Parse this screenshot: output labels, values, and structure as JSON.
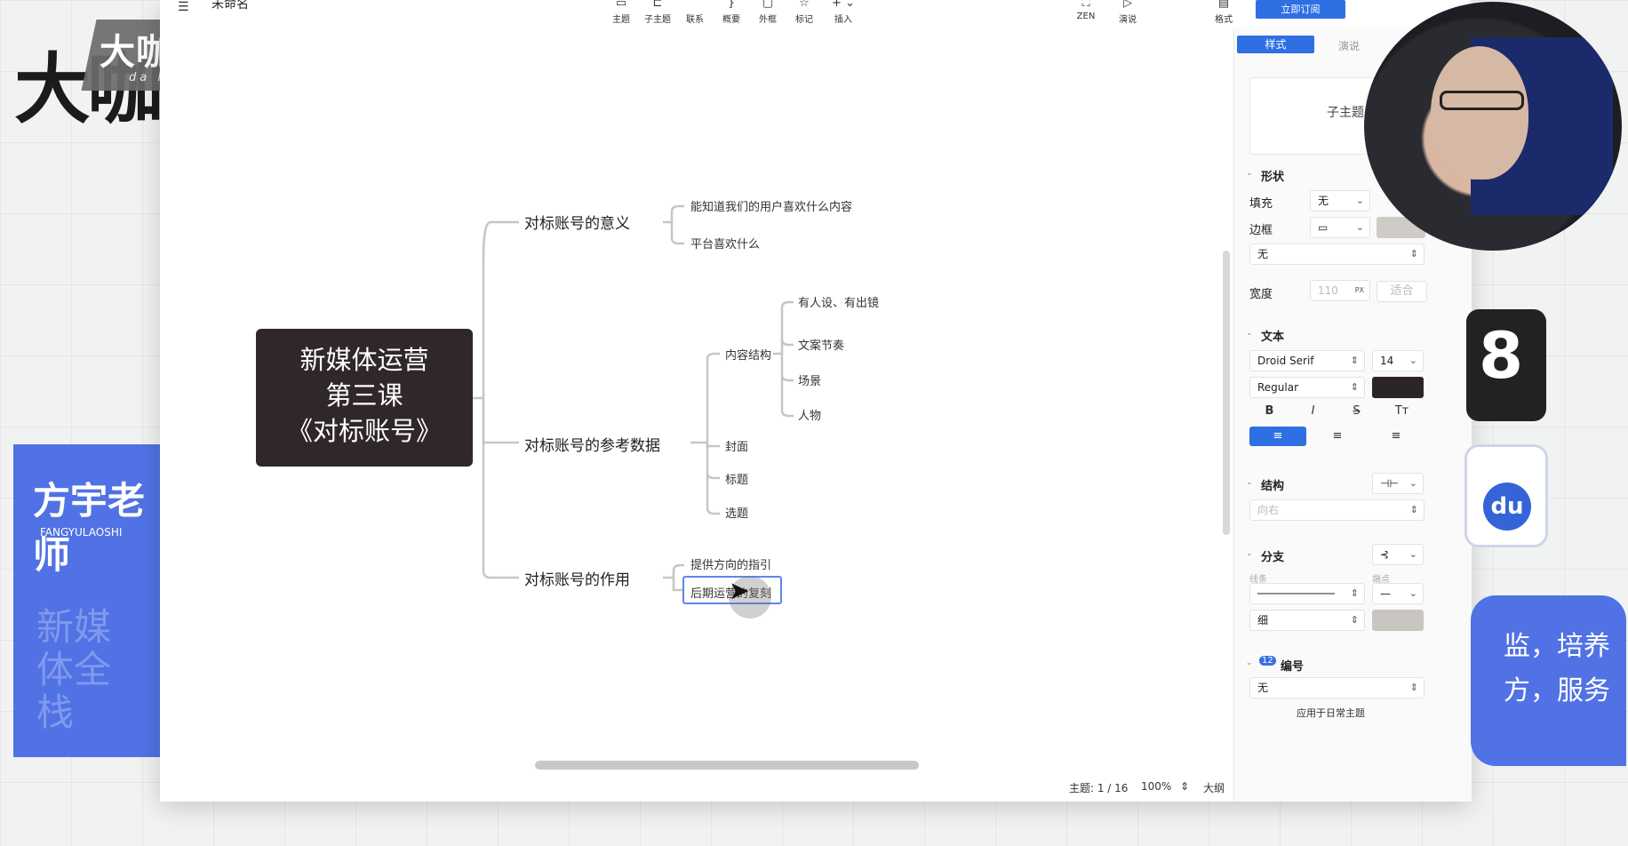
{
  "overlay": {
    "brand_big": "大咖",
    "brand_stamp": "大咖课堂",
    "brand_sub": "da ka ke tang",
    "teacher_name": "方宇老师",
    "teacher_en": "FANGYULAOSHI",
    "teacher_tag": "新媒体全栈",
    "right_text_1": "监，培养",
    "right_text_2": "方，服务",
    "baidu_label": "du"
  },
  "app": {
    "doc_title": "未命名",
    "toolbar": [
      {
        "icon": "topic-icon",
        "label": "主题"
      },
      {
        "icon": "subtopic-icon",
        "label": "子主题"
      },
      {
        "icon": "relation-icon",
        "label": "联系"
      },
      {
        "icon": "summary-icon",
        "label": "概要"
      },
      {
        "icon": "boundary-icon",
        "label": "外框"
      },
      {
        "icon": "marker-icon",
        "label": "标记"
      },
      {
        "icon": "insert-icon",
        "label": "插入"
      },
      {
        "icon": "zen-icon",
        "label": "ZEN"
      },
      {
        "icon": "present-icon",
        "label": "演说"
      },
      {
        "icon": "format-icon",
        "label": "格式"
      }
    ],
    "subscribe_label": "立即订阅"
  },
  "mindmap": {
    "root": [
      "新媒体运营",
      "第三课",
      "《对标账号》"
    ],
    "branches": [
      {
        "label": "对标账号的意义",
        "children": [
          "能知道我们的用户喜欢什么内容",
          "平台喜欢什么"
        ]
      },
      {
        "label": "对标账号的参考数据",
        "children": [
          "内容结构",
          "封面",
          "标题",
          "选题"
        ],
        "grandchildren": [
          "有人设、有出镜",
          "文案节奏",
          "场景",
          "人物"
        ]
      },
      {
        "label": "对标账号的作用",
        "children": [
          "提供方向的指引",
          "后期运营的复刻"
        ]
      }
    ]
  },
  "status": {
    "topic_count": "主题: 1 / 16",
    "zoom": "100%",
    "outline": "大纲"
  },
  "panel": {
    "tab_style": "样式",
    "tab_presentation": "演说",
    "preview_label": "子主题",
    "shape_section": "形状",
    "fill_label": "填充",
    "fill_value": "无",
    "border_label": "边框",
    "border_style": "无",
    "width_label": "宽度",
    "width_value": "110",
    "width_unit": "PX",
    "fit_label": "适合",
    "text_section": "文本",
    "font_family": "Droid Serif",
    "font_size": "14",
    "font_weight": "Regular",
    "bold": "B",
    "italic": "I",
    "strike": "S",
    "case": "Tт",
    "structure_section": "结构",
    "structure_value": "向右",
    "branch_section": "分支",
    "line_sub": "线条",
    "endpoint_sub": "端点",
    "line_width": "细",
    "numbering_section": "编号",
    "numbering_value": "无",
    "apply_label": "应用于日常主题"
  },
  "colors": {
    "accent": "#2f6fe4",
    "root_bg": "#30272a",
    "brand_blue": "#5072e4",
    "text_color_swatch": "#2b2528",
    "branch_color": "#c9c5c1"
  }
}
